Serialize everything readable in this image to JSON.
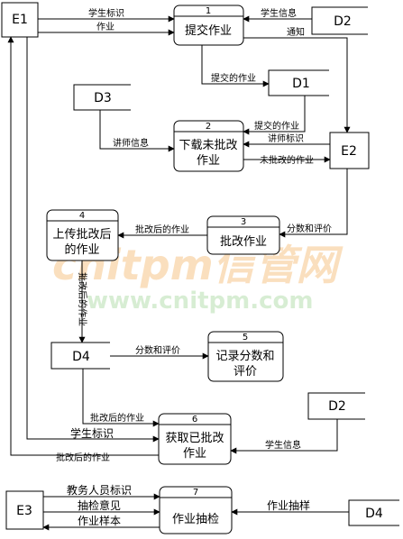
{
  "entities": {
    "e1": "E1",
    "e2": "E2",
    "e3": "E3"
  },
  "stores": {
    "d2_top": "D2",
    "d1": "D1",
    "d3": "D3",
    "d4": "D4",
    "d2_bottom": "D2",
    "d4_bottom": "D4"
  },
  "processes": {
    "p1": {
      "num": "1",
      "line1": "提交作业"
    },
    "p2": {
      "num": "2",
      "line1": "下载未批改",
      "line2": "作业"
    },
    "p3": {
      "num": "3",
      "line1": "批改作业"
    },
    "p4": {
      "num": "4",
      "line1": "上传批改后",
      "line2": "的作业"
    },
    "p5": {
      "num": "5",
      "line1": "记录分数和",
      "line2": "评价"
    },
    "p6": {
      "num": "6",
      "line1": "获取已批改",
      "line2": "作业"
    },
    "p7": {
      "num": "7",
      "line1": "作业抽检"
    }
  },
  "flows": {
    "student_id_1": "学生标识",
    "homework_1": "作业",
    "student_info_1": "学生信息",
    "notify": "通知",
    "submitted_hw_1": "提交的作业",
    "submitted_hw_2": "提交的作业",
    "teacher_info": "讲师信息",
    "teacher_id": "讲师标识",
    "ungraded_hw": "未批改的作业",
    "score_eval_1": "分数和评价",
    "graded_hw_1": "批改后的作业",
    "graded_hw_vertical": "批改后的作业",
    "score_eval_2": "分数和评价",
    "graded_hw_2": "批改后的作业",
    "student_id_2": "学生标识",
    "student_info_2": "学生信息",
    "graded_hw_3": "批改后的作业",
    "staff_id": "教务人员标识",
    "inspection_opinion": "抽检意见",
    "hw_sample": "作业样本",
    "hw_sampling": "作业抽样"
  },
  "watermark": {
    "logo": "cnitpm信管网",
    "url": "www.cnitpm.com"
  }
}
